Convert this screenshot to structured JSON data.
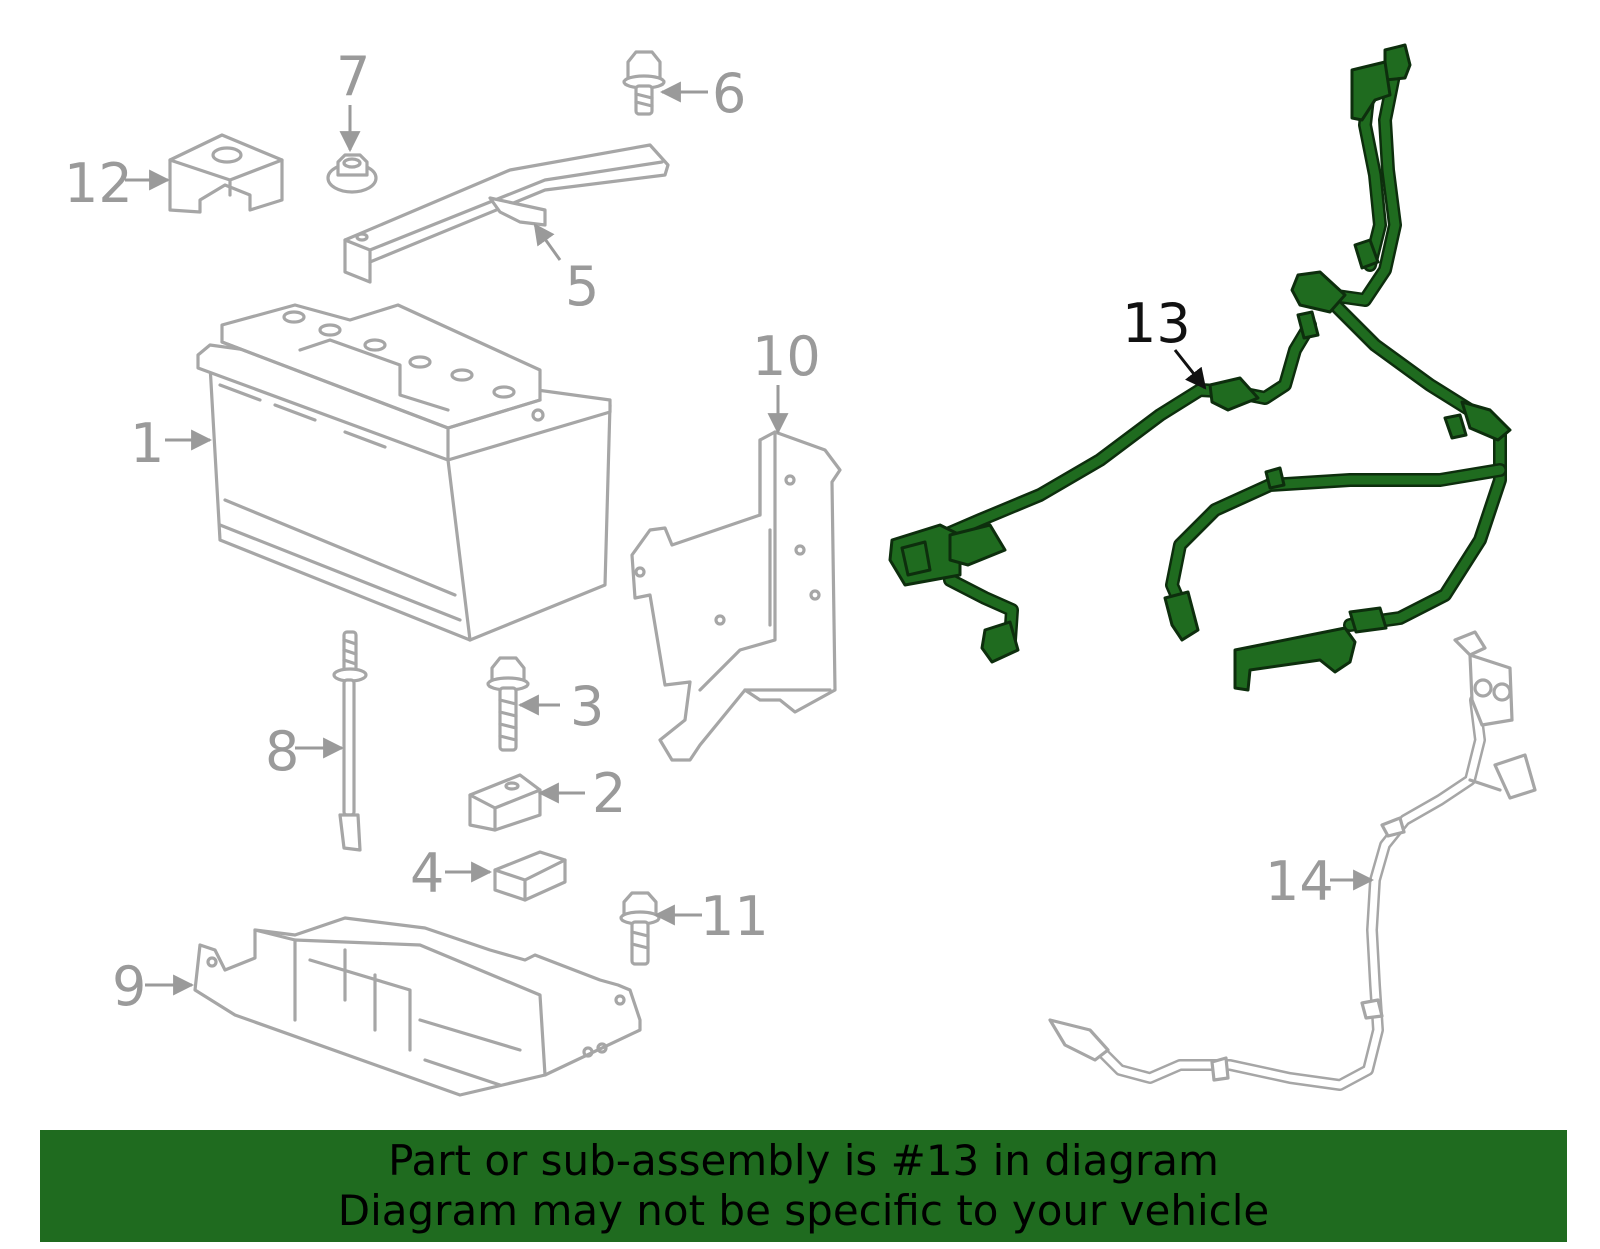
{
  "callouts": {
    "c1": "1",
    "c2": "2",
    "c3": "3",
    "c4": "4",
    "c5": "5",
    "c6": "6",
    "c7": "7",
    "c8": "8",
    "c9": "9",
    "c10": "10",
    "c11": "11",
    "c12": "12",
    "c13": "13",
    "c14": "14"
  },
  "highlight_part": "13",
  "colors": {
    "highlight": "#1f6b1f",
    "outline": "#a6a6a6",
    "banner": "#1f6b1f"
  },
  "banner": {
    "line1": "Part or sub-assembly is #13 in diagram",
    "line2": "Diagram may not be specific to your vehicle"
  }
}
